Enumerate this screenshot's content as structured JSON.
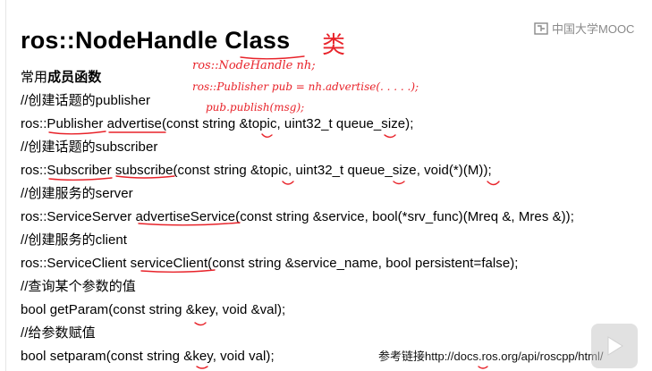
{
  "slide": {
    "title_code": "ros::NodeHandle",
    "title_word": "Class",
    "handwritten_title_note": "类",
    "logo_text": "中国大学MOOC",
    "lines": [
      {
        "prefix": "常用",
        "bold": "成员函数",
        "suffix": ""
      },
      {
        "prefix": "//创建话题的publisher",
        "bold": "",
        "suffix": ""
      },
      {
        "prefix": "ros::Publisher advertise(const string &topic, uint32_t queue_size);",
        "bold": "",
        "suffix": ""
      },
      {
        "prefix": "//创建话题的subscriber",
        "bold": "",
        "suffix": ""
      },
      {
        "prefix": "ros::Subscriber subscribe(const string &topic, uint32_t queue_size, void(*)(M));",
        "bold": "",
        "suffix": ""
      },
      {
        "prefix": "//创建服务的server",
        "bold": "",
        "suffix": ""
      },
      {
        "prefix": "ros::ServiceServer advertiseService(const string &service, bool(*srv_func)(Mreq &, Mres &));",
        "bold": "",
        "suffix": ""
      },
      {
        "prefix": "//创建服务的client",
        "bold": "",
        "suffix": ""
      },
      {
        "prefix": "ros::ServiceClient serviceClient(const string &service_name, bool persistent=false);",
        "bold": "",
        "suffix": ""
      },
      {
        "prefix": "//查询某个参数的值",
        "bold": "",
        "suffix": ""
      },
      {
        "prefix": "bool getParam(const string &key, void &val);",
        "bold": "",
        "suffix": ""
      },
      {
        "prefix": "//给参数赋值",
        "bold": "",
        "suffix": ""
      },
      {
        "prefix": "bool setparam(const string &key, void val);",
        "bold": "",
        "suffix": ""
      }
    ],
    "reference_label": "参考链接",
    "reference_url": "http://docs.ros.org/api/roscpp/html/",
    "handwritten_notes": [
      "ros::NodeHandle  nh;",
      "ros::Publisher pub = nh.advertise(. . . . .);",
      "pub.publish(msg);"
    ]
  },
  "colors": {
    "ink": "#e8232a",
    "text": "#000000",
    "logo": "#8a8a8a"
  },
  "icons": {
    "play": "play-icon",
    "logo": "mooc-logo-icon"
  }
}
